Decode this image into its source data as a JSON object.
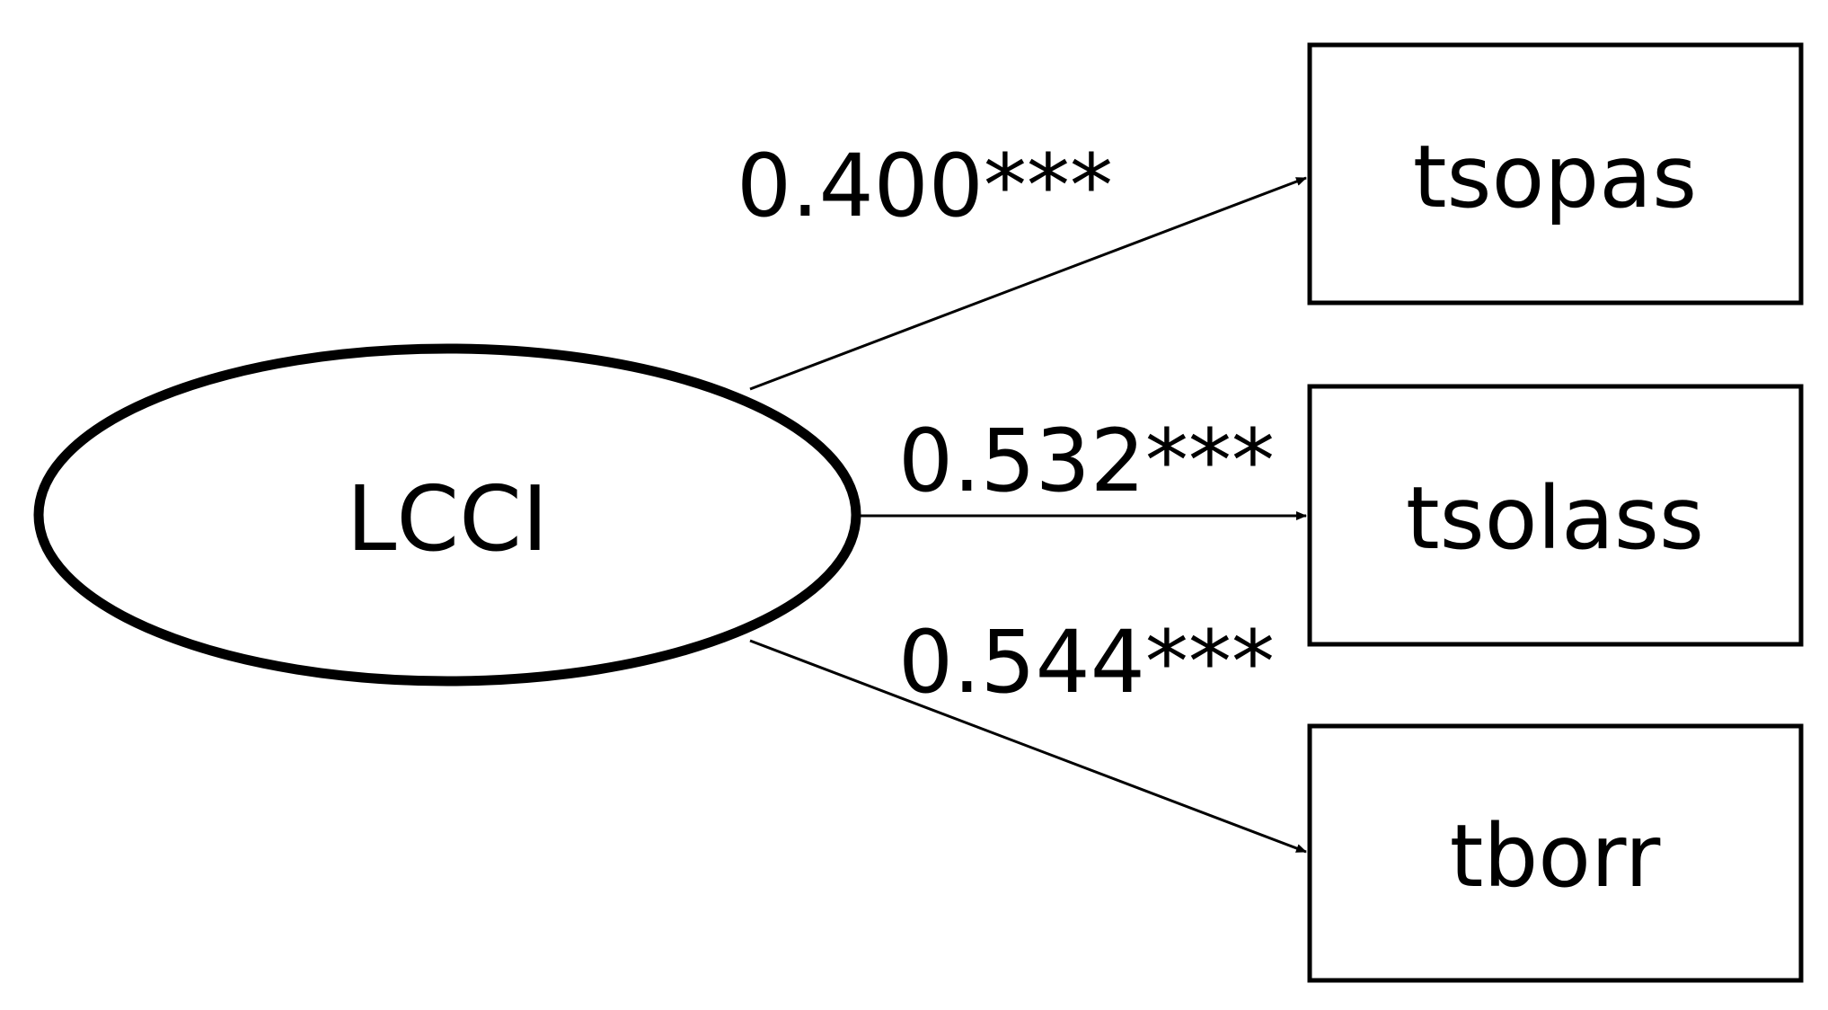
{
  "diagram": {
    "latent": {
      "label": "LCCI"
    },
    "indicators": [
      {
        "label": "tsopas"
      },
      {
        "label": "tsolass"
      },
      {
        "label": "tborr"
      }
    ],
    "paths": [
      {
        "from": "LCCI",
        "to": "tsopas",
        "coefficient": "0.400***"
      },
      {
        "from": "LCCI",
        "to": "tsolass",
        "coefficient": "0.532***"
      },
      {
        "from": "LCCI",
        "to": "tborr",
        "coefficient": "0.544***"
      }
    ]
  }
}
